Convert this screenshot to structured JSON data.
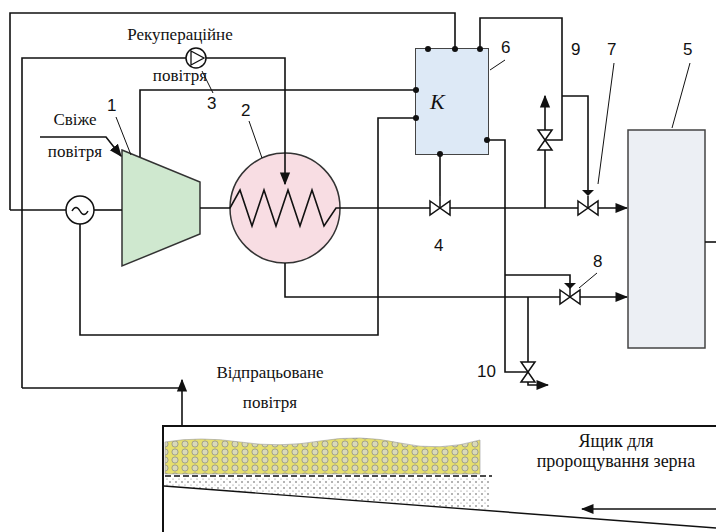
{
  "diagram": {
    "nodes": [
      {
        "text": [
          "К"
        ]
      },
      {
        "text": [
          "Ящик для пророщування зерна"
        ]
      }
    ],
    "labels": [
      "Рекупераційне повітря",
      "3",
      "6",
      "9",
      "7",
      "5",
      "Свіже повітря",
      "1",
      "2",
      "4",
      "8",
      "10",
      "Відпрацьоване повітря"
    ]
  }
}
